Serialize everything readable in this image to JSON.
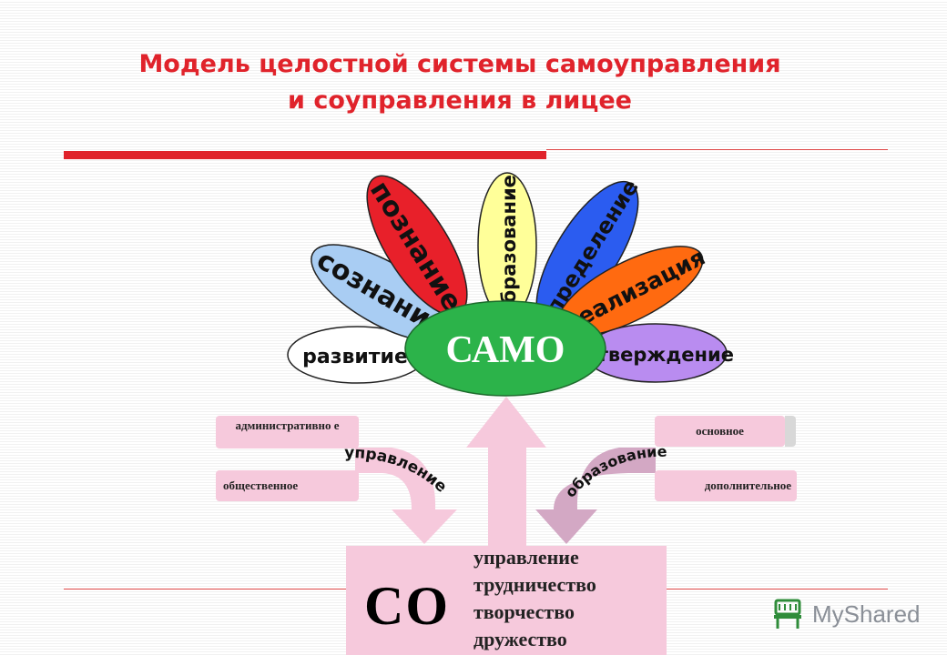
{
  "title": {
    "line1": "Модель целостной системы самоуправления",
    "line2": "и соуправления в лицее"
  },
  "petals": [
    {
      "label": "развитие",
      "color": "#ffffff"
    },
    {
      "label": "сознание",
      "color": "#a9cdf3"
    },
    {
      "label": "познание",
      "color": "#e8202a"
    },
    {
      "label": "образование",
      "color": "#ffff99"
    },
    {
      "label": "определение",
      "color": "#2b5cf0"
    },
    {
      "label": "реализация",
      "color": "#ff6a10"
    },
    {
      "label": "утверждение",
      "color": "#b98cf0"
    }
  ],
  "center": {
    "label": "САМО",
    "color": "#2cb34a"
  },
  "management": {
    "arrow_label": "управление",
    "items": [
      "административно е",
      "общественное"
    ]
  },
  "education": {
    "arrow_label": "образование",
    "items": [
      "основное",
      "дополнительное"
    ]
  },
  "co": {
    "label": "СО",
    "items": [
      "управление",
      "трудничество",
      "творчество",
      "дружество"
    ]
  },
  "logo": {
    "text": "MyShared",
    "icon": "chair-icon"
  },
  "colors": {
    "accent": "#e0232b",
    "pink": "#f6c9dc",
    "mauve": "#d3a8c4"
  }
}
